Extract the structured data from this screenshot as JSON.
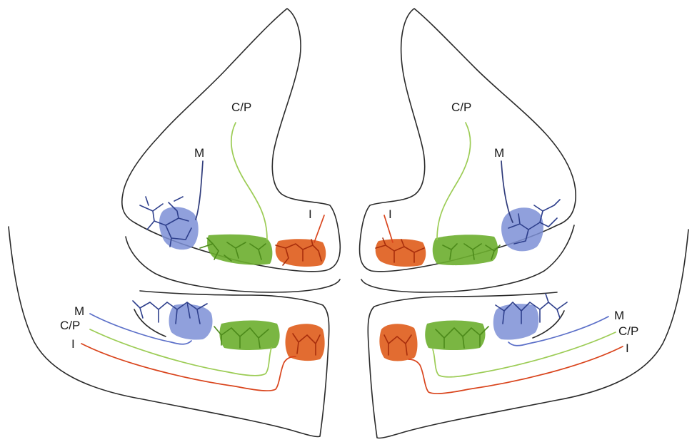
{
  "colors": {
    "molar": "#5b6fc8",
    "molar_fill": "#7d8fd6",
    "canine_premolar": "#7fb33a",
    "canine_premolar_fill": "#6cae2e",
    "incisor": "#d9441c",
    "incisor_fill": "#e0601f",
    "outline": "#2a2a2a"
  },
  "labels": {
    "upper_left": {
      "cp": "C/P",
      "m": "M",
      "i": "I"
    },
    "upper_right": {
      "cp": "C/P",
      "m": "M",
      "i": "I"
    },
    "lower_left": {
      "m": "M",
      "cp": "C/P",
      "i": "I"
    },
    "lower_right": {
      "m": "M",
      "cp": "C/P",
      "i": "I"
    }
  }
}
